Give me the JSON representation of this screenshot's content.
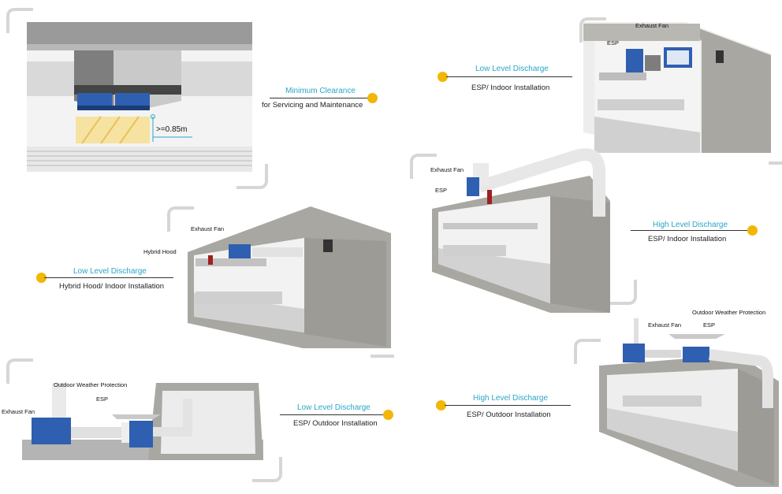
{
  "panel_clearance": {
    "title": "Minimum Clearance",
    "subtitle": "for Servicing and Maintenance",
    "dimension": ">=0.85m"
  },
  "panel_low_esp_indoor": {
    "title": "Low Level Discharge",
    "subtitle": "ESP/ Indoor Installation",
    "labels": {
      "exhaust_fan": "Exhaust Fan",
      "esp": "ESP"
    }
  },
  "panel_high_esp_indoor": {
    "title": "High Level Discharge",
    "subtitle": "ESP/ Indoor Installation",
    "labels": {
      "exhaust_fan": "Exhaust Fan",
      "esp": "ESP"
    }
  },
  "panel_low_hybrid": {
    "title": "Low Level Discharge",
    "subtitle": "Hybrid Hood/ Indoor Installation",
    "labels": {
      "exhaust_fan": "Exhaust Fan",
      "hybrid_hood": "Hybrid Hood"
    }
  },
  "panel_low_esp_outdoor": {
    "title": "Low Level Discharge",
    "subtitle": "ESP/ Outdoor Installation",
    "labels": {
      "outdoor_weather_protection": "Outdoor Weather Protection",
      "esp": "ESP",
      "exhaust_fan": "Exhaust Fan"
    }
  },
  "panel_high_esp_outdoor": {
    "title": "High Level Discharge",
    "subtitle": "ESP/ Outdoor Installation",
    "labels": {
      "exhaust_fan": "Exhaust Fan",
      "outdoor_weather_protection": "Outdoor Weather Protection",
      "esp": "ESP"
    }
  },
  "colors": {
    "accent_title": "#2aa6c8",
    "dot": "#f2b705",
    "equipment_blue": "#2f5fb0",
    "leader": "#c0392b",
    "wall": "#a9a7a2"
  }
}
